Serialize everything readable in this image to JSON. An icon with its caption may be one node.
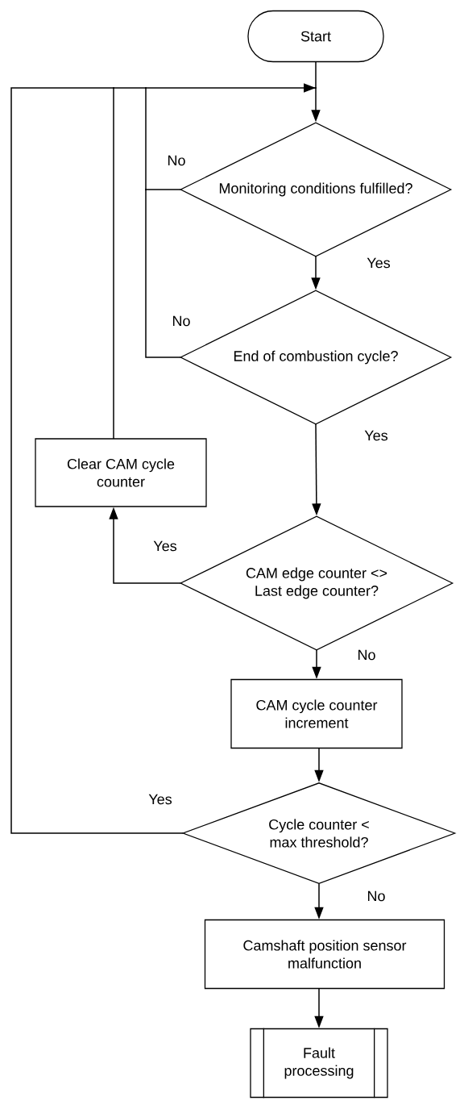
{
  "diagram": {
    "nodes": [
      {
        "text": [
          "Start"
        ]
      },
      {
        "text": [
          "Monitoring conditions fulfilled?"
        ]
      },
      {
        "text": [
          "End of combustion cycle?"
        ]
      },
      {
        "text": [
          "Clear CAM cycle counter"
        ]
      },
      {
        "text": [
          "CAM edge counter <> Last edge counter?"
        ]
      },
      {
        "text": [
          "CAM cycle counter increment"
        ]
      },
      {
        "text": [
          "Cycle counter < max threshold?"
        ]
      },
      {
        "text": [
          "Camshaft position sensor malfunction"
        ]
      },
      {
        "text": [
          "Fault processing"
        ]
      }
    ],
    "edges": [
      {
        "from": 0,
        "to": 1,
        "arrow": "to"
      },
      {
        "from": 1,
        "to": 2,
        "arrow": "to",
        "label": "Yes"
      },
      {
        "from": 1,
        "to": 1,
        "arrow": "to",
        "label": "No"
      },
      {
        "from": 2,
        "to": 4,
        "arrow": "to",
        "label": "Yes"
      },
      {
        "from": 2,
        "to": 1,
        "arrow": "to",
        "label": "No"
      },
      {
        "from": 4,
        "to": 3,
        "arrow": "to",
        "label": "Yes"
      },
      {
        "from": 3,
        "to": 1,
        "arrow": "to"
      },
      {
        "from": 4,
        "to": 5,
        "arrow": "to",
        "label": "No"
      },
      {
        "from": 5,
        "to": 6,
        "arrow": "to"
      },
      {
        "from": 6,
        "to": 7,
        "arrow": "to",
        "label": "No"
      },
      {
        "from": 6,
        "to": 1,
        "arrow": "to",
        "label": "Yes"
      },
      {
        "from": 7,
        "to": 8,
        "arrow": "to"
      }
    ]
  }
}
